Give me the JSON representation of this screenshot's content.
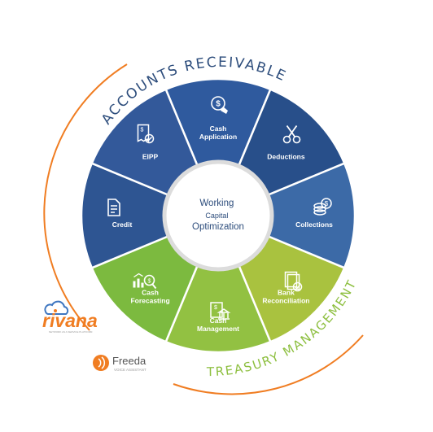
{
  "diagram": {
    "center_label_lines": [
      "Working",
      "Capital",
      "Optimization"
    ],
    "arc_titles": {
      "top": "ACCOUNTS RECEIVABLE",
      "bottom": "TREASURY MANAGEMENT"
    },
    "segments": [
      {
        "id": "cash-application",
        "lines": [
          "Cash",
          "Application"
        ],
        "icon": "touch-dollar-icon",
        "color": "#2f5a9e"
      },
      {
        "id": "deductions",
        "lines": [
          "Deductions"
        ],
        "icon": "scissors-icon",
        "color": "#284f8a"
      },
      {
        "id": "collections",
        "lines": [
          "Collections"
        ],
        "icon": "coins-icon",
        "color": "#3c6aa7"
      },
      {
        "id": "bank-reconciliation",
        "lines": [
          "Bank",
          "Reconciliation"
        ],
        "icon": "document-check-icon",
        "color": "#a9c23f"
      },
      {
        "id": "cash-management",
        "lines": [
          "Cash",
          "Management"
        ],
        "icon": "bank-document-icon",
        "color": "#92c142"
      },
      {
        "id": "cash-forecasting",
        "lines": [
          "Cash",
          "Forecasting"
        ],
        "icon": "chart-magnifier-icon",
        "color": "#7cba3f"
      },
      {
        "id": "credit",
        "lines": [
          "Credit"
        ],
        "icon": "document-icon",
        "color": "#2e5592"
      },
      {
        "id": "eipp",
        "lines": [
          "EIPP"
        ],
        "icon": "invoice-check-icon",
        "color": "#33599a"
      }
    ],
    "colors": {
      "accent_orange": "#f07d22",
      "title_blue": "#2d4d7c",
      "title_green": "#8dbf3f"
    }
  },
  "logos": {
    "rivana": {
      "name": "rivana",
      "tagline": "NETWORK AS A SERVICE PLATFORM"
    },
    "freeda": {
      "name": "Freeda",
      "tagline": "VOICE ASSISTANT"
    }
  }
}
